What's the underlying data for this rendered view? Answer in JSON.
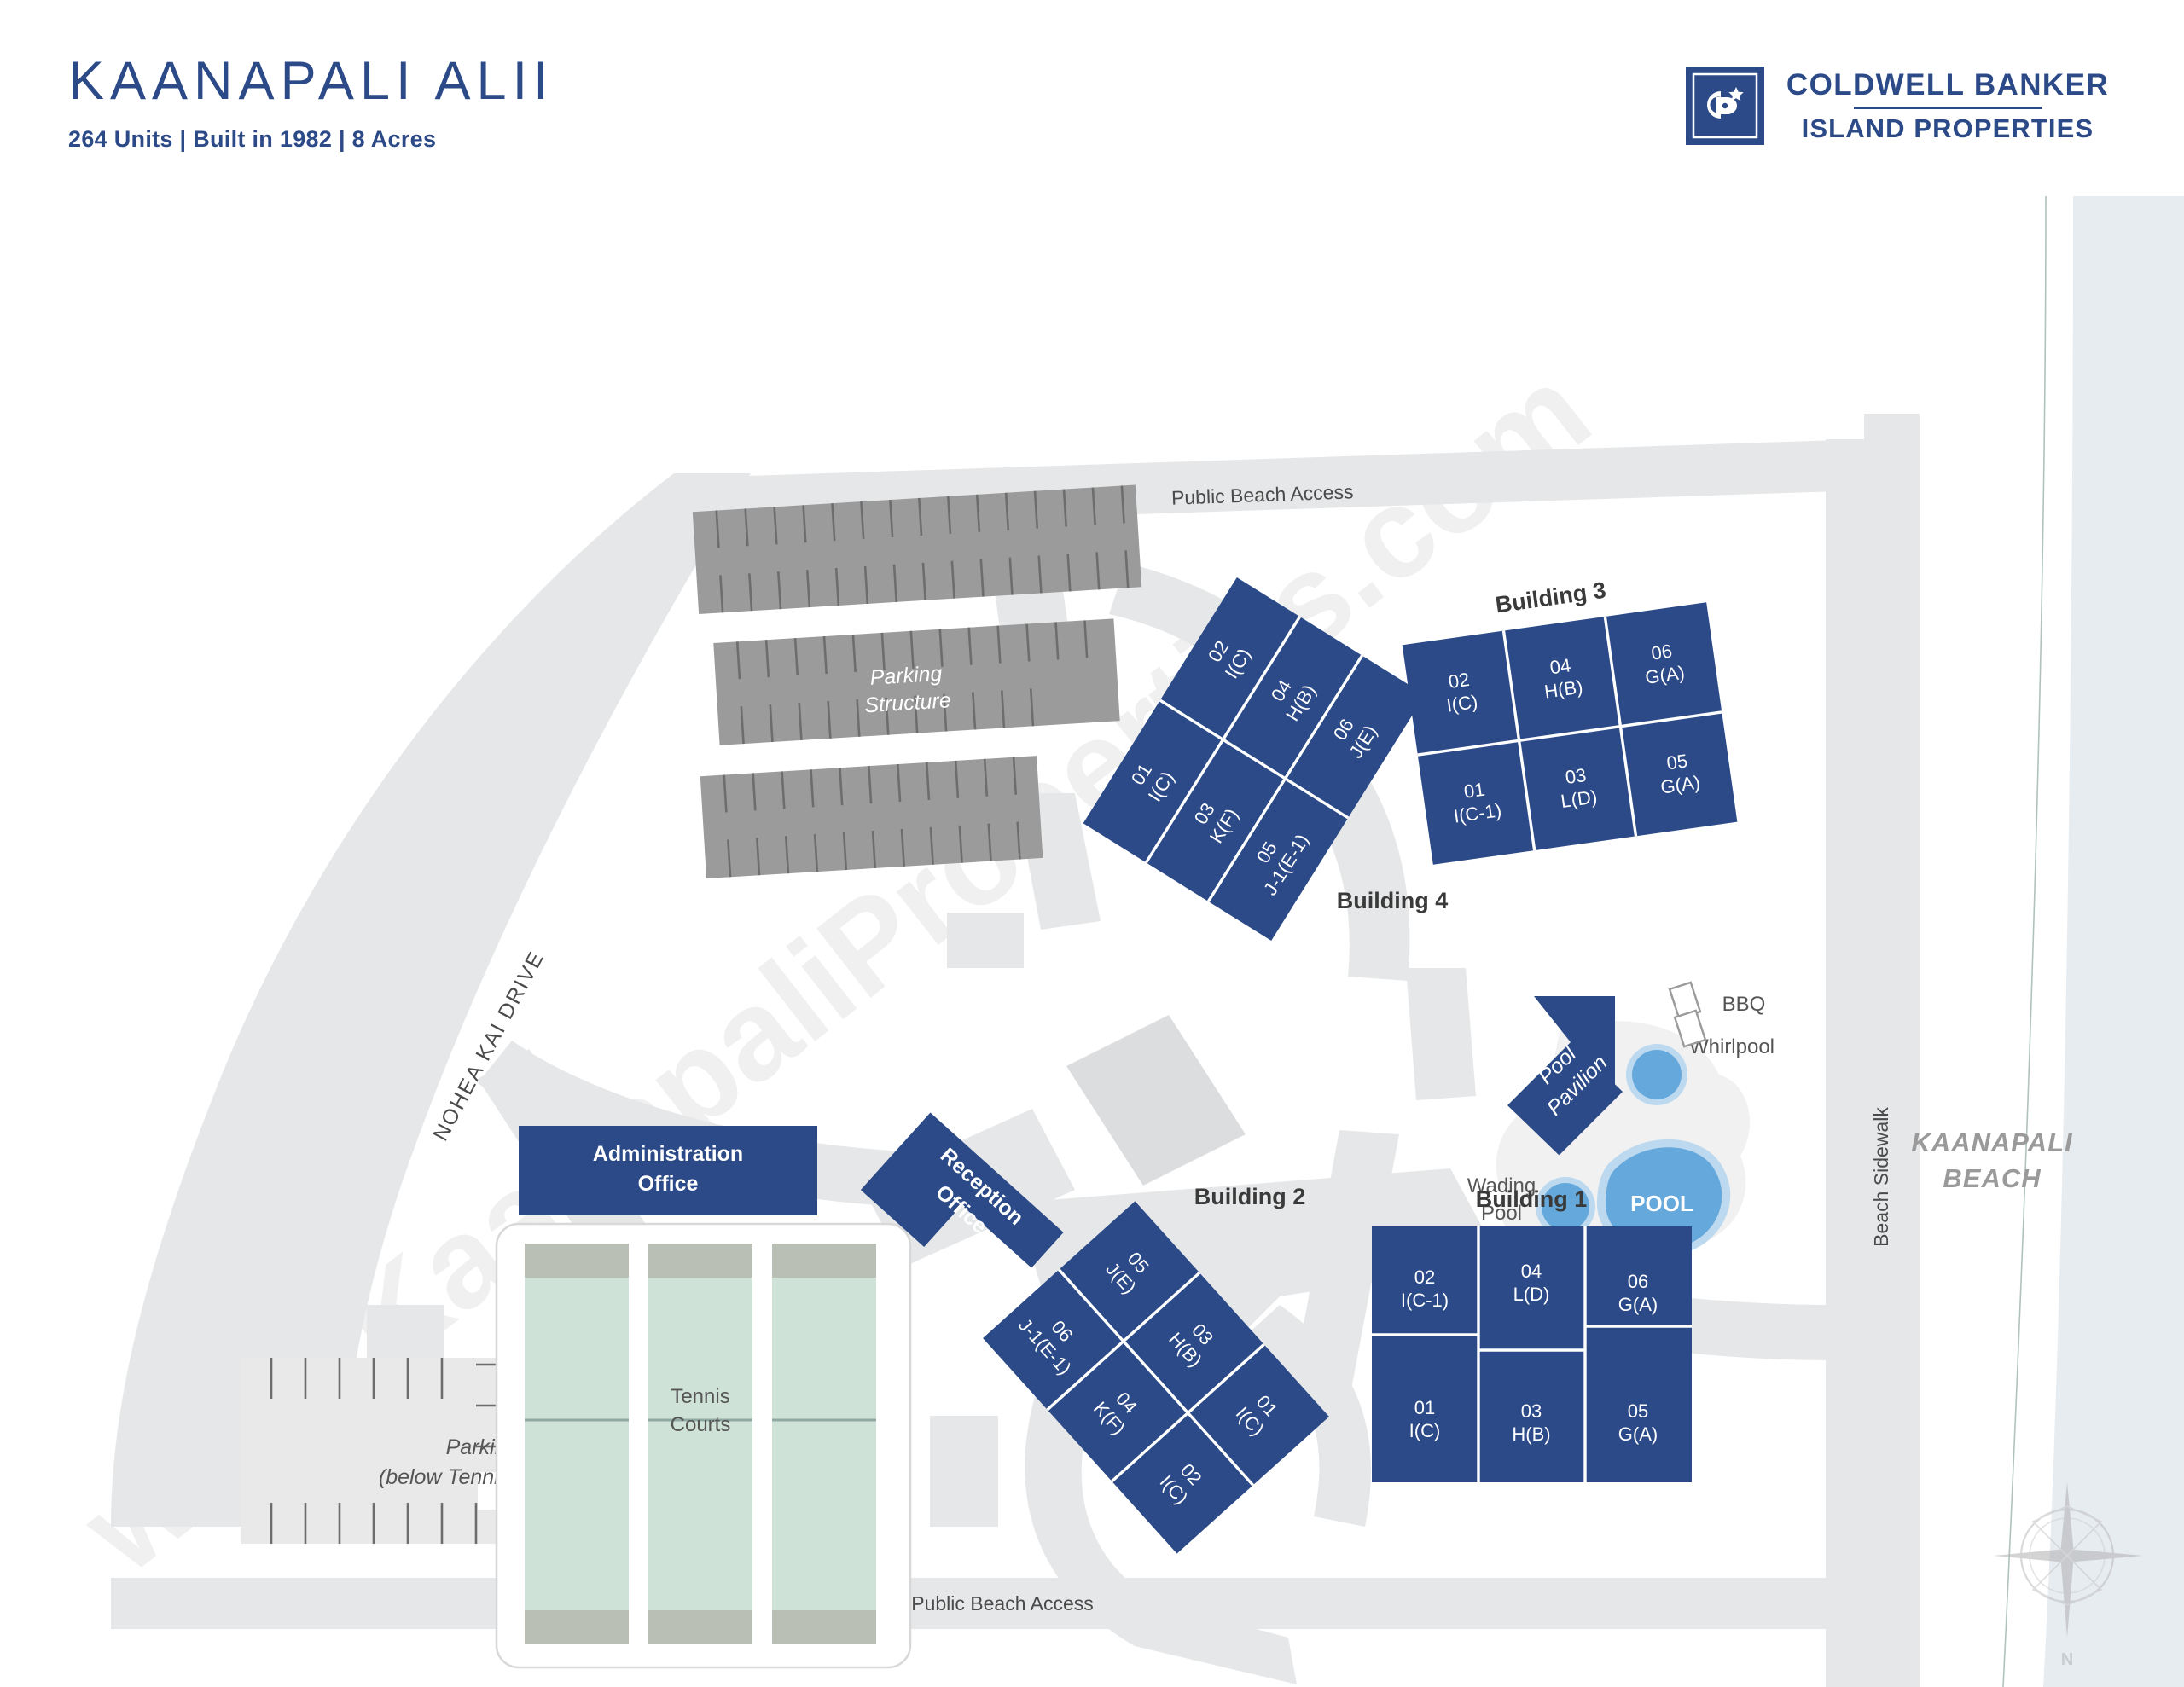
{
  "header": {
    "title": "KAANAPALI ALII",
    "subtitle": "264 Units | Built in 1982 | 8 Acres",
    "brand": {
      "logo_icon": "coldwell-banker-cb-star-icon",
      "line1": "COLDWELL BANKER",
      "line2": "ISLAND PROPERTIES"
    }
  },
  "colors": {
    "brand_blue": "#2b4a87",
    "unit_blue": "#2b4a87",
    "road_gray": "#e6e7e8",
    "parking_gray": "#9b9b9b",
    "court_green": "#cfe2d8",
    "pool_blue": "#64a8dc",
    "ocean": "#e7ecf1"
  },
  "map": {
    "watermark": "www.KaanapaliProperties.com",
    "compass": {
      "icon": "compass-rose-icon",
      "north_label": "N"
    },
    "roads": [
      {
        "id": "public-beach-access-north",
        "label": "Public Beach Access"
      },
      {
        "id": "public-beach-access-south",
        "label": "Public Beach Access"
      },
      {
        "id": "nohea-kai-drive",
        "label": "NOHEA KAI DRIVE"
      },
      {
        "id": "beach-sidewalk",
        "label": "Beach Sidewalk"
      }
    ],
    "beach_label": "KAANAPALI BEACH",
    "parking": [
      {
        "id": "parking-structure",
        "label_line1": "Parking",
        "label_line2": "Structure"
      },
      {
        "id": "parking-below-tennis",
        "label_line1": "Parking",
        "label_line2": "(below Tennis Courts)"
      }
    ],
    "facilities": [
      {
        "id": "administration-office",
        "label_line1": "Administration",
        "label_line2": "Office"
      },
      {
        "id": "reception-office",
        "label_line1": "Reception",
        "label_line2": "Office"
      },
      {
        "id": "pool-pavilion",
        "label_line1": "Pool",
        "label_line2": "Pavilion"
      },
      {
        "id": "tennis-courts",
        "label_line1": "Tennis",
        "label_line2": "Courts"
      },
      {
        "id": "pool",
        "label": "POOL"
      },
      {
        "id": "whirlpool",
        "label": "Whirlpool"
      },
      {
        "id": "wading-pool",
        "label_line1": "Wading",
        "label_line2": "Pool"
      },
      {
        "id": "bbq",
        "label": "BBQ"
      }
    ],
    "buildings": [
      {
        "id": "building-1",
        "name": "Building 1",
        "units": [
          {
            "number": "02",
            "plan": "I(C-1)"
          },
          {
            "number": "04",
            "plan": "L(D)"
          },
          {
            "number": "06",
            "plan": "G(A)"
          },
          {
            "number": "01",
            "plan": "I(C)"
          },
          {
            "number": "03",
            "plan": "H(B)"
          },
          {
            "number": "05",
            "plan": "G(A)"
          }
        ]
      },
      {
        "id": "building-2",
        "name": "Building 2",
        "units": [
          {
            "number": "05",
            "plan": "J(E)"
          },
          {
            "number": "03",
            "plan": "H(B)"
          },
          {
            "number": "01",
            "plan": "I(C)"
          },
          {
            "number": "06",
            "plan": "J-1(E-1)"
          },
          {
            "number": "04",
            "plan": "K(F)"
          },
          {
            "number": "02",
            "plan": "I(C)"
          }
        ]
      },
      {
        "id": "building-3",
        "name": "Building 3",
        "units": [
          {
            "number": "02",
            "plan": "I(C)"
          },
          {
            "number": "04",
            "plan": "H(B)"
          },
          {
            "number": "06",
            "plan": "G(A)"
          },
          {
            "number": "01",
            "plan": "I(C-1)"
          },
          {
            "number": "03",
            "plan": "L(D)"
          },
          {
            "number": "05",
            "plan": "G(A)"
          }
        ]
      },
      {
        "id": "building-4",
        "name": "Building 4",
        "units": [
          {
            "number": "01",
            "plan": "I(C)"
          },
          {
            "number": "03",
            "plan": "K(F)"
          },
          {
            "number": "05",
            "plan": "J-1(E-1)"
          },
          {
            "number": "02",
            "plan": "I(C)"
          },
          {
            "number": "04",
            "plan": "H(B)"
          },
          {
            "number": "06",
            "plan": "J(E)"
          }
        ]
      }
    ]
  }
}
